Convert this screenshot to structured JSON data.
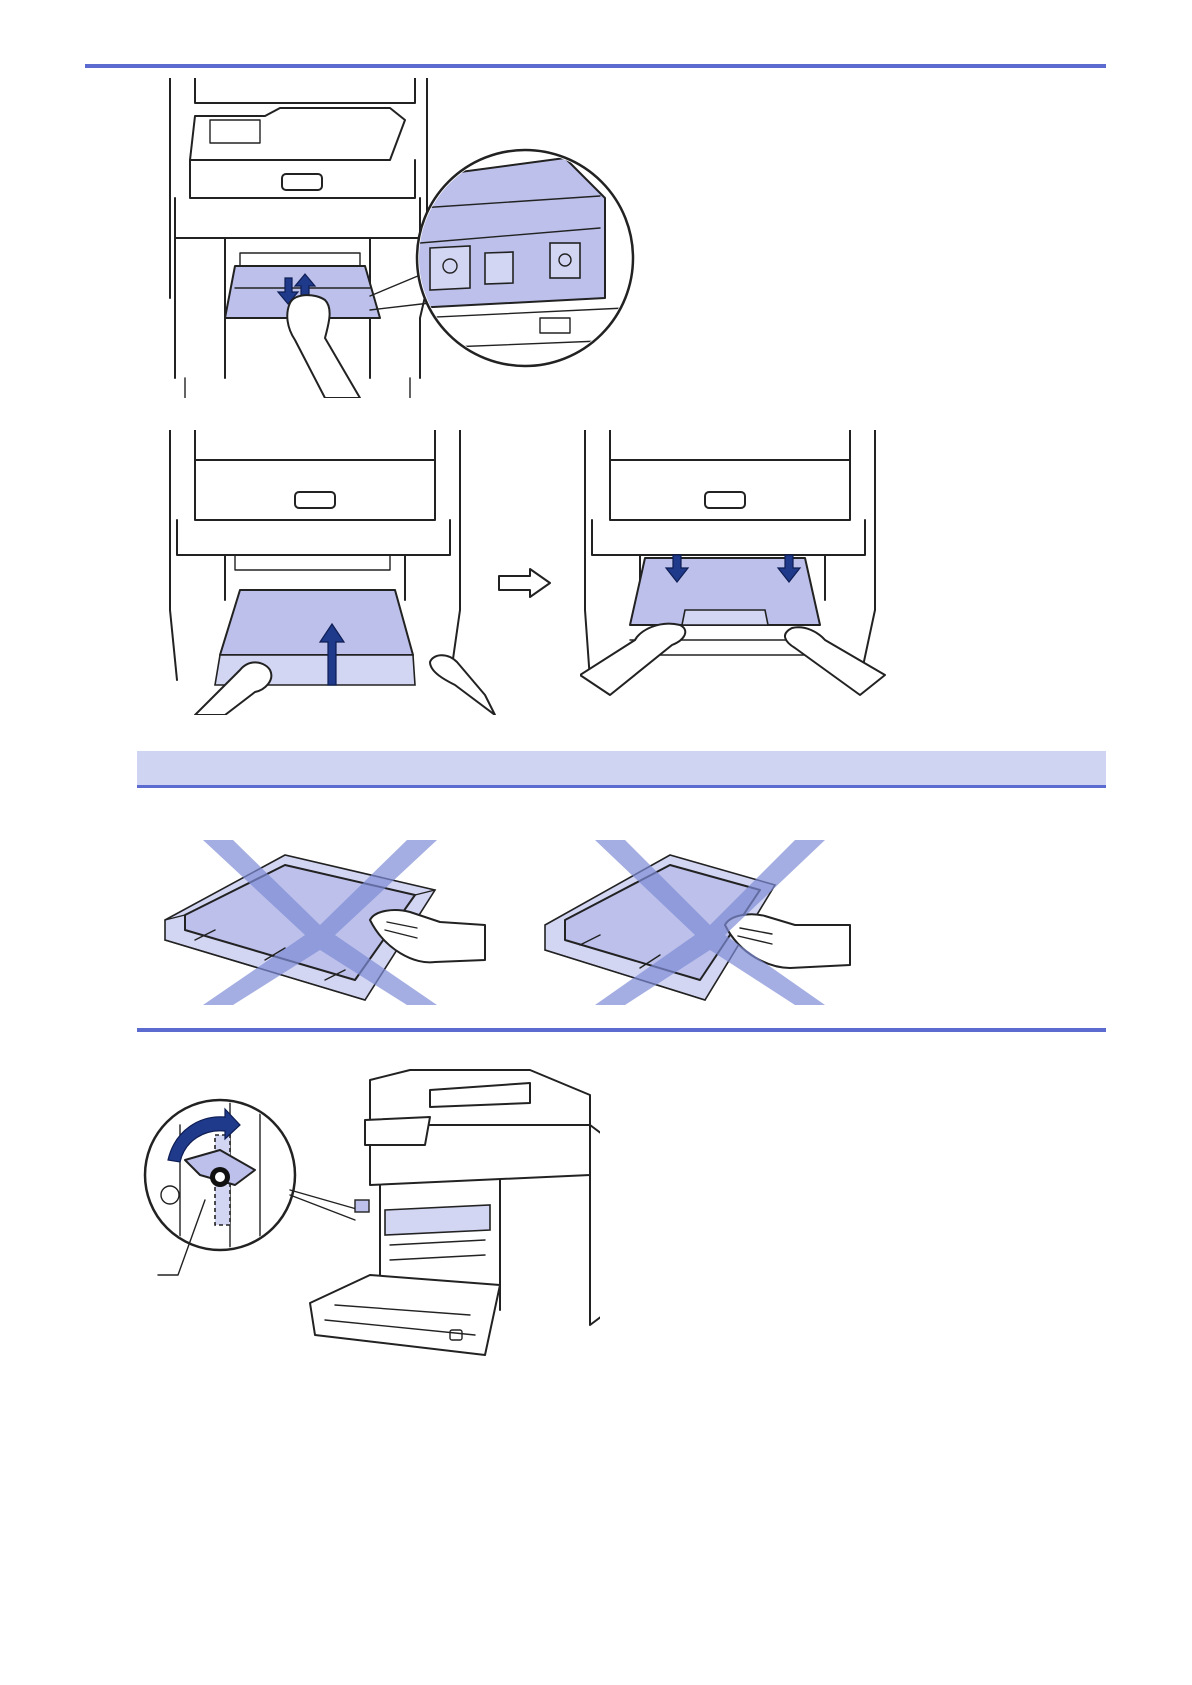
{
  "header_rule_color": "#5b6bd0",
  "band_color": "#cfd4f3",
  "accent_part_color": "#bcc0ea",
  "arrow_color": "#1f3a8a",
  "figures": [
    {
      "name": "lift-belt-unit-handle-with-zoom-callout",
      "icon": "printer-illustration"
    },
    {
      "name": "insert-belt-unit-then-press-down",
      "icon": "printer-illustration"
    },
    {
      "name": "do-not-touch-belt-surface",
      "icon": "cross-mark-icon"
    },
    {
      "name": "turn-lock-lever-front-cover-open",
      "icon": "rotate-arrow-icon"
    }
  ]
}
